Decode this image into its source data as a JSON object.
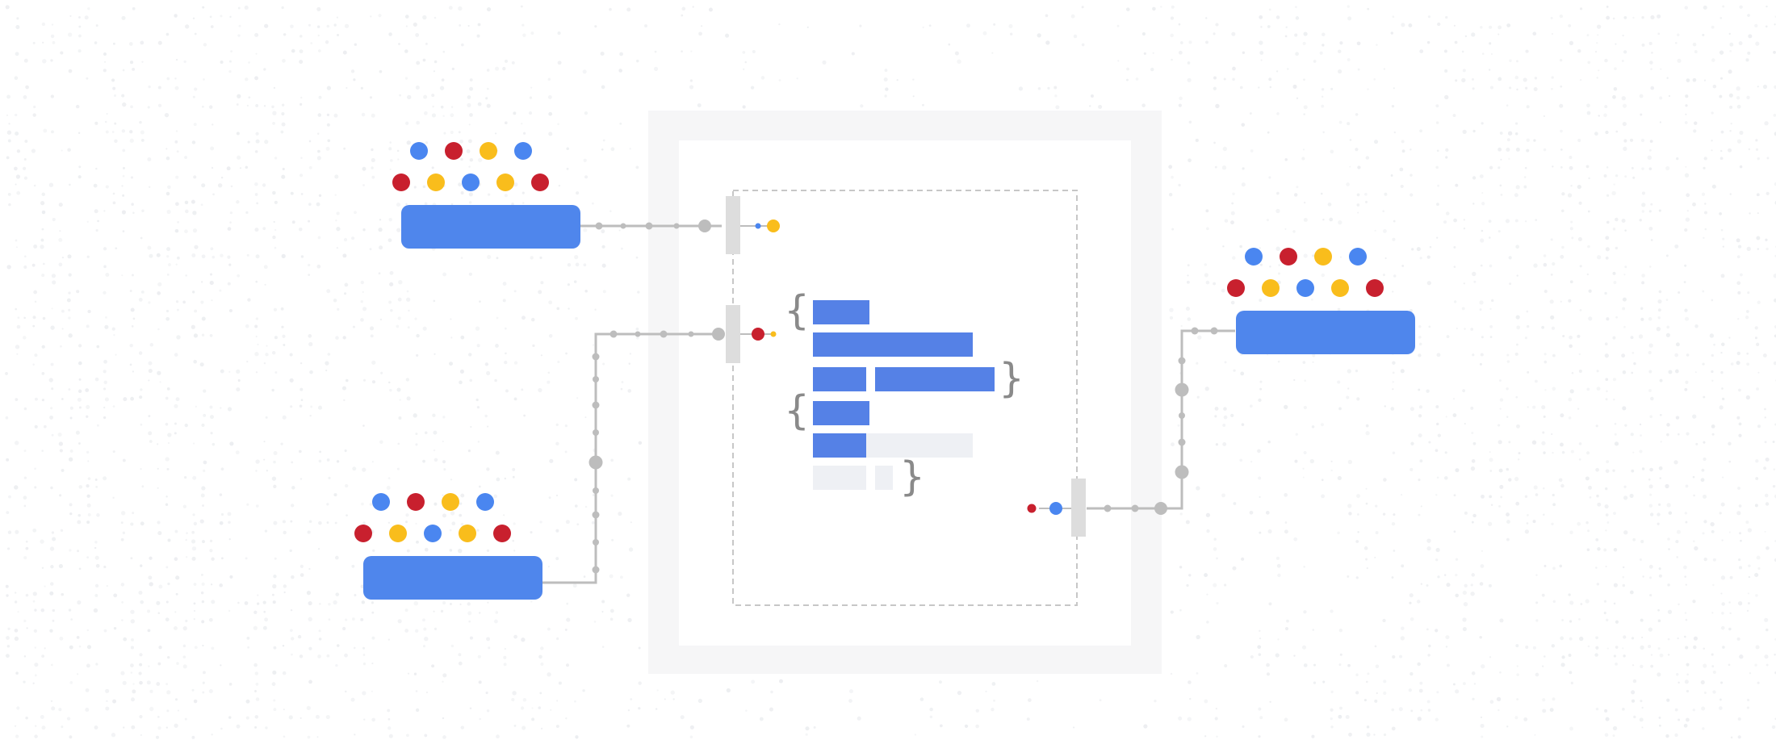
{
  "colors": {
    "background": "#ffffff",
    "texture_dot": "#e9ebee",
    "outer_frame": "#f6f6f7",
    "inner_panel": "#ffffff",
    "dashed_border": "#c7c7c7",
    "connector": "#bdbdbd",
    "port": "#dddddd",
    "node": "#4f86ec",
    "code_bar": "#5581e6",
    "code_bar_empty": "#eef0f4",
    "brace": "#8a8a8a",
    "blue": "#4a86f0",
    "red": "#c8202e",
    "yellow": "#f9bd1c"
  },
  "icons": {
    "brace_open": "{",
    "brace_close": "}"
  },
  "nodes": [
    {
      "name": "source-node-top",
      "dots": [
        [
          "blue",
          "red",
          "yellow",
          "blue"
        ],
        [
          "red",
          "yellow",
          "blue",
          "yellow",
          "red"
        ]
      ]
    },
    {
      "name": "source-node-bottom",
      "dots": [
        [
          "blue",
          "red",
          "yellow",
          "blue"
        ],
        [
          "red",
          "yellow",
          "blue",
          "yellow",
          "red"
        ]
      ]
    },
    {
      "name": "output-node-right",
      "dots": [
        [
          "blue",
          "red",
          "yellow",
          "blue"
        ],
        [
          "red",
          "yellow",
          "blue",
          "yellow",
          "red"
        ]
      ]
    }
  ],
  "port_signals": {
    "input_top": [
      "blue",
      "yellow"
    ],
    "input_bottom": [
      "red",
      "yellow"
    ],
    "output": [
      "red",
      "blue"
    ]
  }
}
